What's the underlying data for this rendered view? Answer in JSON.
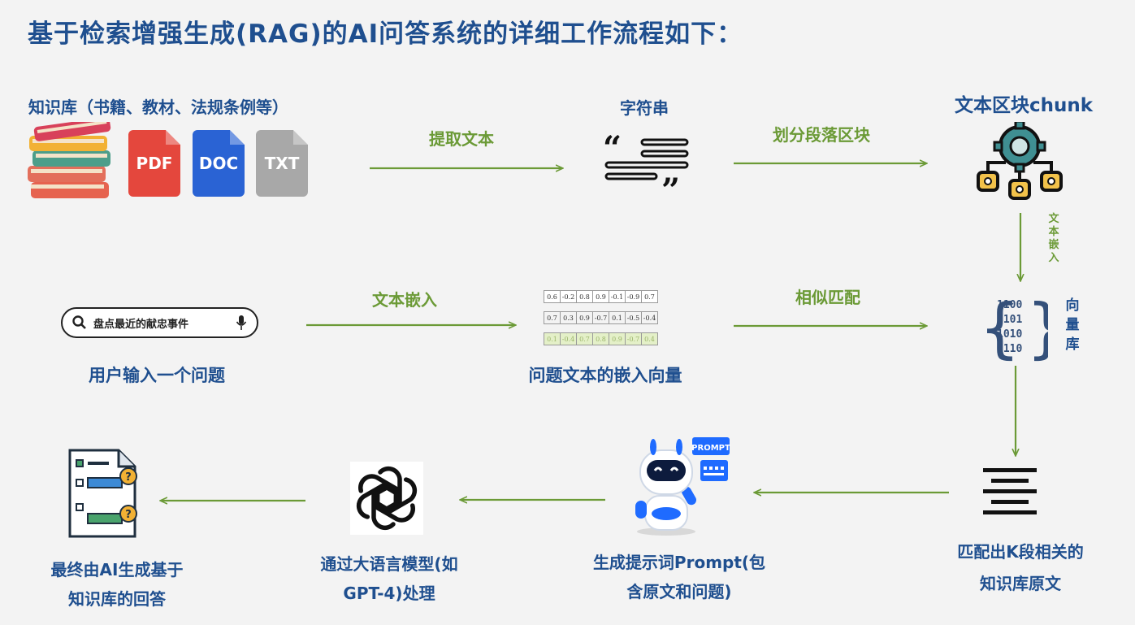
{
  "title": "基于检索增强生成(RAG)的AI问答系统的详细工作流程如下：",
  "knowledge_base": {
    "label": "知识库（书籍、教材、法规条例等）",
    "docs": [
      "PDF",
      "DOC",
      "TXT"
    ]
  },
  "string": {
    "label": "字符串"
  },
  "chunk": {
    "label": "文本区块chunk"
  },
  "vector_db": {
    "label": "向量库"
  },
  "query": {
    "search_text": "盘点最近的献忠事件",
    "label": "用户输入一个问题"
  },
  "question_vector": {
    "label": "问题文本的嵌入向量",
    "rows": [
      [
        "0.6",
        "-0.2",
        "0.8",
        "0.9",
        "-0.1",
        "-0.9",
        "0.7"
      ],
      [
        "0.7",
        "0.3",
        "0.9",
        "-0.7",
        "0.1",
        "-0.5",
        "-0.4"
      ],
      [
        "0.1",
        "-0.4",
        "0.7",
        "0.8",
        "0.9",
        "-0.7",
        "0.4"
      ]
    ]
  },
  "matched": {
    "line1": "匹配出K段相关的",
    "line2": "知识库原文"
  },
  "prompt": {
    "badge": "PROMPT",
    "line1": "生成提示词Prompt(包",
    "line2": "含原文和问题)"
  },
  "llm": {
    "line1": "通过大语言模型(如",
    "line2": "GPT-4)处理"
  },
  "answer": {
    "line1": "最终由AI生成基于",
    "line2": "知识库的回答"
  },
  "actions": {
    "extract": "提取文本",
    "split": "划分段落区块",
    "embed_vertical": "文本嵌入",
    "embed_query": "文本嵌入",
    "match": "相似匹配"
  },
  "colors": {
    "title": "#1f4f8f",
    "action": "#6b9a36",
    "arrow": "#6b9a36",
    "background": "#f3f3f3"
  }
}
